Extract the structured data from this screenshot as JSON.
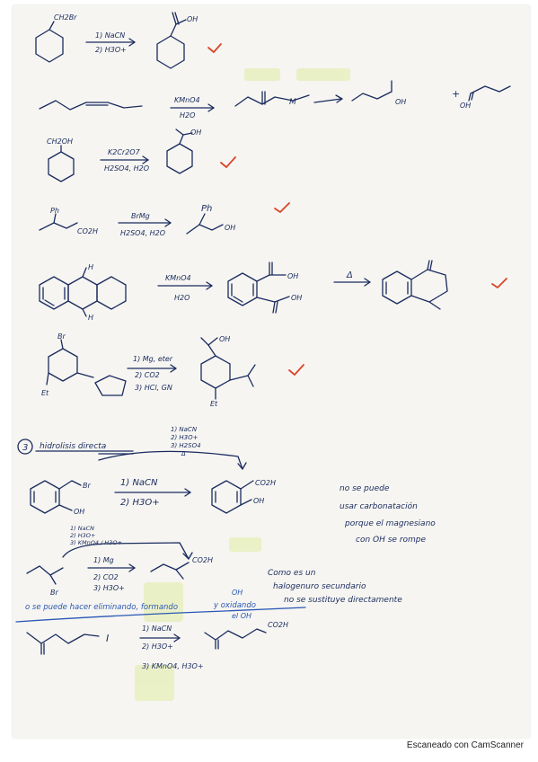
{
  "scanner": {
    "footer": "Escaneado con CamScanner"
  },
  "reactions": [
    {
      "substrate": "CH2Br",
      "steps": [
        "1) NaCN",
        "2) H3O+"
      ],
      "product": "OH",
      "check": true
    },
    {
      "steps": [
        "KMnO4",
        "H2O"
      ],
      "product_labels": [
        "M",
        "OH",
        "OH"
      ],
      "check": false
    },
    {
      "substrate": "CH2OH",
      "steps": [
        "K2Cr2O7",
        "H2SO4, H2O"
      ],
      "product": "OH",
      "check": true
    },
    {
      "substrate": "Ph",
      "substrate_group": "CO2H",
      "steps": [
        "BrMg",
        "H2SO4, H2O"
      ],
      "product": "Ph",
      "product_group": "OH",
      "check": true
    },
    {
      "substrate_labels": [
        "H",
        "H"
      ],
      "steps": [
        "KMnO4",
        "H2O"
      ],
      "product_labels": [
        "OH",
        "OH"
      ],
      "step2": "Δ",
      "check": true
    },
    {
      "substrate_labels": [
        "Br",
        "Et"
      ],
      "steps": [
        "1) Mg, eter",
        "2) CO2",
        "3) HCl, GN"
      ],
      "product_labels": [
        "OH",
        "Et"
      ],
      "check": true
    }
  ],
  "section3": {
    "number": "3",
    "title": "hidrolisis directa",
    "route_steps": [
      "1) NaCN",
      "2) H3O+",
      "3) H2SO4",
      "Δ"
    ],
    "reaction_a": {
      "substrate_labels": [
        "Br",
        "OH"
      ],
      "steps": [
        "1) NaCN",
        "2) H3O+"
      ],
      "product_labels": [
        "CO2H",
        "OH"
      ],
      "note": [
        "no se puede",
        "usar carbonatación",
        "porque el magnesiano",
        "con OH se rompe"
      ]
    },
    "reaction_b": {
      "route_steps": [
        "1) NaCN",
        "2) H3O+",
        "3) KMnO4 / H3O+"
      ],
      "substrate_label": "Br",
      "steps": [
        "1) Mg",
        "2) CO2",
        "3) H3O+"
      ],
      "product_label": "CO2H",
      "note_left": [
        "o se puede hacer eliminando, formando",
        "y oxidando"
      ],
      "note_oh": [
        "OH",
        "el OH"
      ],
      "note_right": [
        "Como es un",
        "halogenuro secundario",
        "no se sustituye directamente"
      ]
    },
    "reaction_c": {
      "substrate_label": "I",
      "steps": [
        "1) NaCN",
        "2) H3O+",
        "3) KMnO4, H3O+"
      ],
      "product_label": "CO2H"
    }
  },
  "colors": {
    "ink": "#1a2b5f",
    "note_blue": "#2a58b5",
    "check_red": "#d9452b",
    "paper": "#f6f5f1",
    "highlight": "#e6efb4"
  }
}
